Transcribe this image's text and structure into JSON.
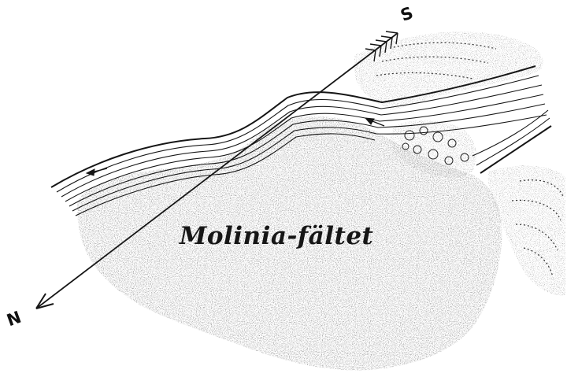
{
  "figure": {
    "field_label": "Molinia-fältet",
    "compass_south": "S",
    "compass_north": "N"
  },
  "colors": {
    "ink": "#161616",
    "stipple": "#3a3a3a",
    "background": "#ffffff"
  },
  "icons": [
    "north-arrow-icon",
    "flow-arrow-icon"
  ]
}
